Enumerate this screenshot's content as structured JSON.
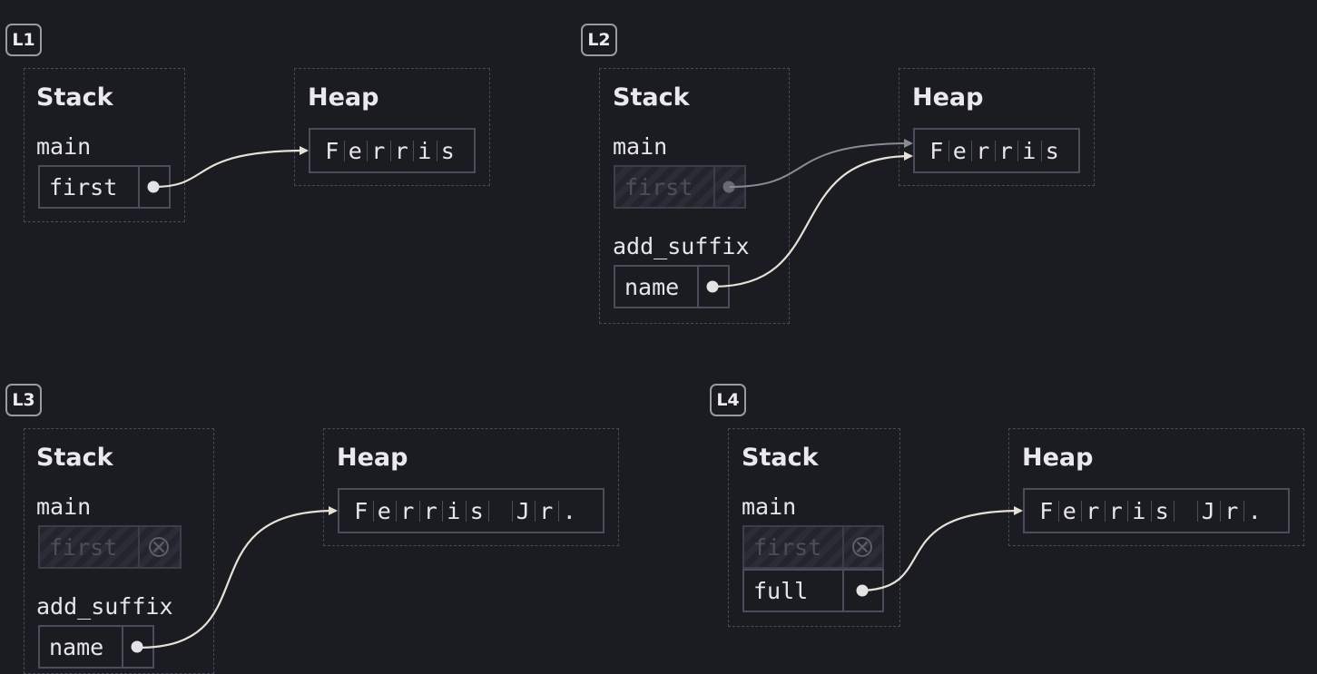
{
  "labels": {
    "l1": "L1",
    "l2": "L2",
    "l3": "L3",
    "l4": "L4"
  },
  "common": {
    "stack_title": "Stack",
    "heap_title": "Heap"
  },
  "l1": {
    "frame": "main",
    "vars": [
      {
        "name": "first",
        "state": "pointer"
      }
    ],
    "heap_chars": [
      "F",
      "e",
      "r",
      "r",
      "i",
      "s"
    ]
  },
  "l2": {
    "frames": [
      {
        "name": "main",
        "vars": [
          {
            "name": "first",
            "state": "moved-pointer"
          }
        ]
      },
      {
        "name": "add_suffix",
        "vars": [
          {
            "name": "name",
            "state": "pointer"
          }
        ]
      }
    ],
    "heap_chars": [
      "F",
      "e",
      "r",
      "r",
      "i",
      "s"
    ]
  },
  "l3": {
    "frames": [
      {
        "name": "main",
        "vars": [
          {
            "name": "first",
            "state": "freed"
          }
        ]
      },
      {
        "name": "add_suffix",
        "vars": [
          {
            "name": "name",
            "state": "pointer"
          }
        ]
      }
    ],
    "heap_chars": [
      "F",
      "e",
      "r",
      "r",
      "i",
      "s",
      " ",
      "J",
      "r",
      "."
    ]
  },
  "l4": {
    "frame": "main",
    "vars": [
      {
        "name": "first",
        "state": "freed"
      },
      {
        "name": "full",
        "state": "pointer"
      }
    ],
    "heap_chars": [
      "F",
      "e",
      "r",
      "r",
      "i",
      "s",
      " ",
      "J",
      "r",
      "."
    ]
  },
  "colors": {
    "background": "#1b1b22",
    "arrow": "#e6e1d6",
    "faded_arrow": "#8a8a92"
  }
}
